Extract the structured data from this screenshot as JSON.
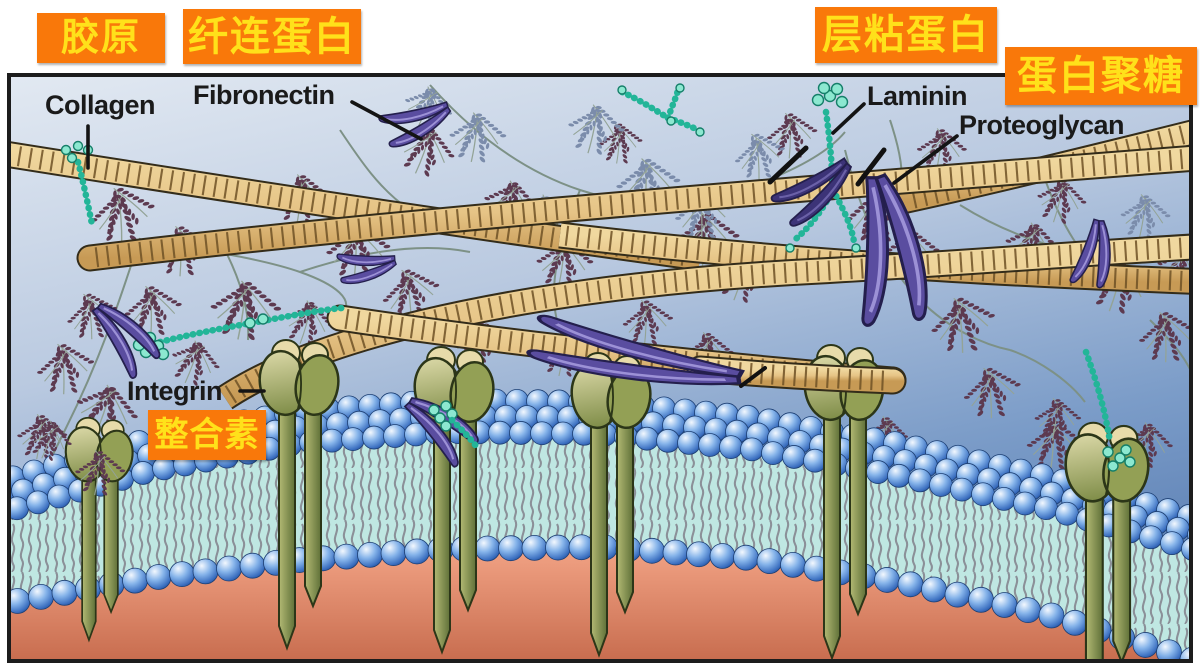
{
  "annotations": {
    "collagen": {
      "en": "Collagen",
      "zh": "胶原"
    },
    "fibronectin": {
      "en": "Fibronectin",
      "zh": "纤连蛋白"
    },
    "laminin": {
      "en": "Laminin",
      "zh": "层粘蛋白"
    },
    "proteoglycan": {
      "en": "Proteoglycan",
      "zh": "蛋白聚糖"
    },
    "integrin": {
      "en": "Integrin",
      "zh": "整合素"
    }
  },
  "palette": {
    "label_box_bg": "#f9780a",
    "label_box_text": "#ffe11a",
    "en_label_color": "#1a1a1a",
    "frame_border": "#1c1c1c",
    "bg_top": "#e2e9f2",
    "bg_mid": "#b9c9e0",
    "bg_deep": "#6588ba",
    "collagen_fill": "#e6c486",
    "collagen_light": "#f0d89f",
    "collagen_dark": "#c79a55",
    "collagen_band": "#6f5226",
    "collagen_outline": "#332c1a",
    "proteoglycan_dot": "#5d3a50",
    "proteoglycan_light": "#7b8cab",
    "network_line": "#7d9186",
    "fibronectin_fill": "#5a4da0",
    "fibronectin_dark": "#3c3377",
    "fibronectin_outline": "#241f4d",
    "fibronectin_streak": "#9c91d6",
    "laminin": "#23b598",
    "laminin_light": "#8ce8d0",
    "laminin_dark": "#157f69",
    "integrin_light": "#d8d6a4",
    "integrin_mid": "#95a156",
    "integrin_deep": "#7f8d48",
    "integrin_dark": "#2c3618",
    "integrin_head": "#e7dbaa",
    "sphere_hi": "#f3f8fe",
    "sphere_mid": "#86b4ea",
    "sphere_deep": "#3b6fc0",
    "sphere_edge": "#1d3f73",
    "tails_bg": "#bfe7e2",
    "tails_line": "#8b9098",
    "cyto_top": "#f2a385",
    "cyto_bottom": "#c4684a",
    "pointer": "#141414"
  }
}
